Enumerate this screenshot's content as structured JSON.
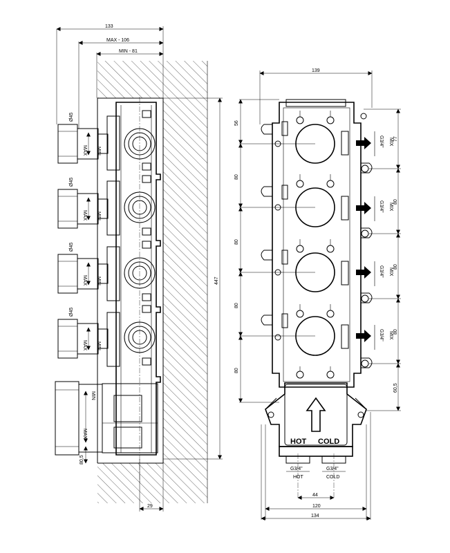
{
  "side_view": {
    "dims": {
      "d133": "133",
      "dmax106": "MAX - 106",
      "dmin81": "MIN - 81",
      "d447": "447",
      "d29": "29",
      "d80_5": "80,5"
    },
    "knob_labels": {
      "diameter": "Ø45",
      "max": "MAX",
      "min": "MIN"
    }
  },
  "front_view": {
    "dims": {
      "d139": "139",
      "d56": "56",
      "d77": "77",
      "d80": "80",
      "d60_5": "60,5",
      "d120": "120",
      "d134": "134",
      "d44": "44"
    },
    "outlet_thread": "G3/4\"",
    "outlet_label": "MIX",
    "inlet_hot_thread": "G3/4\"",
    "inlet_hot_label": "HOT",
    "inlet_cold_thread": "G3/4\"",
    "inlet_cold_label": "COLD",
    "box_hot": "HOT",
    "box_cold": "COLD"
  }
}
